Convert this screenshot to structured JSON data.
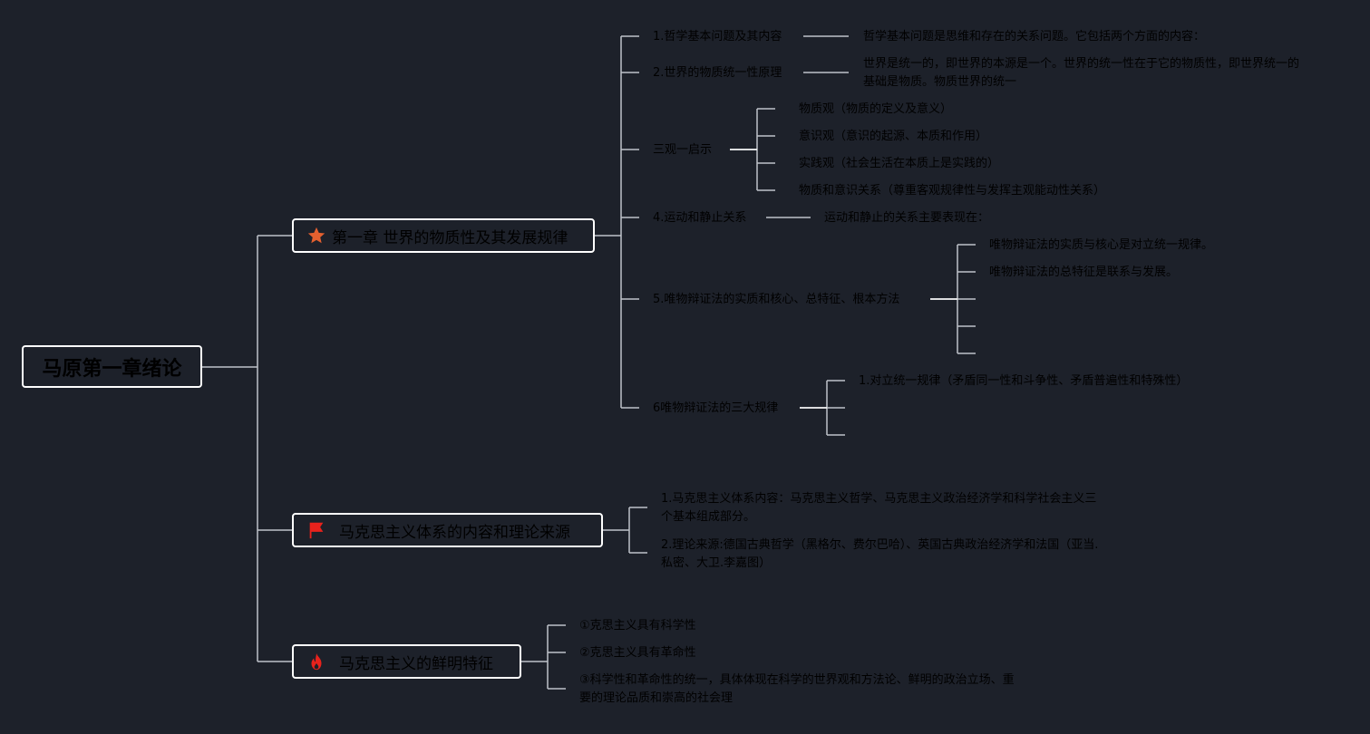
{
  "root": {
    "label": "马原第一章绪论"
  },
  "chapter1": {
    "label": "第一章 世界的物质性及其发展规律",
    "icon": "star-icon",
    "topic1": {
      "label": "1.哲学基本问题及其内容",
      "detail": "哲学基本问题是思维和存在的关系问题。它包括两个方面的内容："
    },
    "topic2": {
      "label": "2.世界的物质统一性原理",
      "detail": "世界是统一的，即世界的本源是一个。世界的统一性在于它的物质性，即世界统一的基础是物质。物质世界的统一"
    },
    "topic3": {
      "label": "三观一启示",
      "items": [
        "物质观（物质的定义及意义）",
        "意识观（意识的起源、本质和作用）",
        "实践观（社会生活在本质上是实践的）",
        "物质和意识关系（尊重客观规律性与发挥主观能动性关系）"
      ]
    },
    "topic4": {
      "label": "4.运动和静止关系",
      "detail": "运动和静止的关系主要表现在："
    },
    "topic5": {
      "label": "5.唯物辩证法的实质和核心、总特征、根本方法",
      "items": [
        "唯物辩证法的实质与核心是对立统一规律。",
        "唯物辩证法的总特征是联系与发展。"
      ]
    },
    "topic6": {
      "label": "6唯物辩证法的三大规律",
      "items": [
        "1.对立统一规律（矛盾同一性和斗争性、矛盾普遍性和特殊性）"
      ]
    }
  },
  "chapter2": {
    "label": "马克思主义体系的内容和理论来源",
    "icon": "flag-icon",
    "items": [
      "1.马克思主义体系内容：马克思主义哲学、马克思主义政治经济学和科学社会主义三个基本组成部分。",
      "2.理论来源:德国古典哲学（黑格尔、费尔巴哈）、英国古典政治经济学和法国（亚当.私密、大卫.李嘉图）"
    ]
  },
  "chapter3": {
    "label": "马克思主义的鲜明特征",
    "icon": "fire-icon",
    "items": [
      "①克思主义具有科学性",
      "②克思主义具有革命性",
      "③科学性和革命性的统一，具体体现在科学的世界观和方法论、鲜明的政治立场、重要的理论品质和崇高的社会理"
    ]
  },
  "colors": {
    "background": "#1d212a",
    "connector": "#bfc3c9",
    "node_border": "#ffffff",
    "star": "#e4602f",
    "flag": "#e8221c",
    "fire": "#e8221c"
  }
}
